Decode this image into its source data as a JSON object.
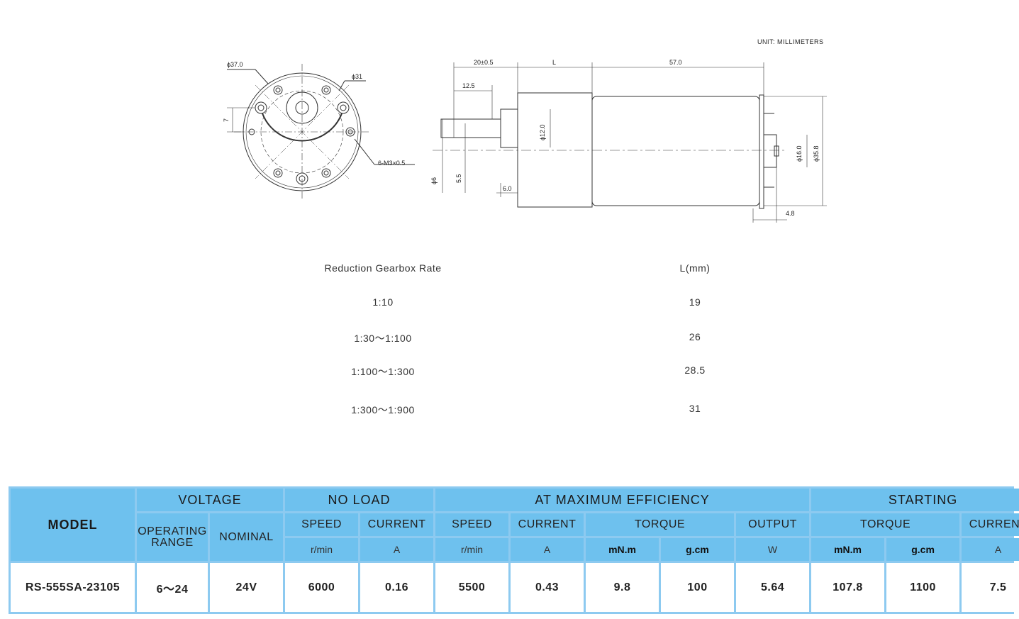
{
  "drawing": {
    "unit_label": "UNIT: MILLIMETERS",
    "front_view": {
      "dia_outer": "ϕ37.0",
      "dia_bolt": "ϕ31",
      "offset": "7",
      "holes": "6-M3×0.5"
    },
    "side_view": {
      "shaft_len": "20±0.5",
      "gear_len": "L",
      "motor_len": "57.0",
      "flat_len": "12.5",
      "shaft_dia": "ϕ6",
      "flat_dim": "5.5",
      "boss_len": "6.0",
      "boss_dia": "ϕ12.0",
      "rear_boss_dia": "ϕ16.0",
      "body_dia": "ϕ35.8",
      "terminal_len": "4.8"
    }
  },
  "ratio_table": {
    "header_rate": "Reduction Gearbox Rate",
    "header_l": "L(mm)",
    "rows": [
      {
        "rate": "1:10",
        "l": "19"
      },
      {
        "rate": "1:30～1:100",
        "l": "26"
      },
      {
        "rate": "1:100～1:300",
        "l": "28.5"
      },
      {
        "rate": "1:300～1:900",
        "l": "31"
      }
    ]
  },
  "spec_table": {
    "headers": {
      "model": "MODEL",
      "voltage": "VOLTAGE",
      "no_load": "NO LOAD",
      "max_eff": "AT MAXIMUM EFFICIENCY",
      "starting": "STARTING",
      "operating_range": "OPERATING RANGE",
      "nominal": "NOMINAL",
      "nl_speed": "SPEED",
      "nl_current": "CURRENT",
      "me_speed": "SPEED",
      "me_current": "CURRENT",
      "me_torque": "TORQUE",
      "me_output": "OUTPUT",
      "st_torque": "TORQUE",
      "st_current": "CURRENT"
    },
    "units": {
      "nl_speed": "r/min",
      "nl_current": "A",
      "me_speed": "r/min",
      "me_current": "A",
      "me_torque_mnm": "mN.m",
      "me_torque_gcm": "g.cm",
      "me_output": "W",
      "st_torque_mnm": "mN.m",
      "st_torque_gcm": "g.cm",
      "st_current": "A"
    },
    "row": {
      "model": "RS-555SA-23105",
      "operating_range": "6～24",
      "nominal": "24V",
      "nl_speed": "6000",
      "nl_current": "0.16",
      "me_speed": "5500",
      "me_current": "0.43",
      "me_torque_mnm": "9.8",
      "me_torque_gcm": "100",
      "me_output": "5.64",
      "st_torque_mnm": "107.8",
      "st_torque_gcm": "1100",
      "st_current": "7.5"
    }
  }
}
